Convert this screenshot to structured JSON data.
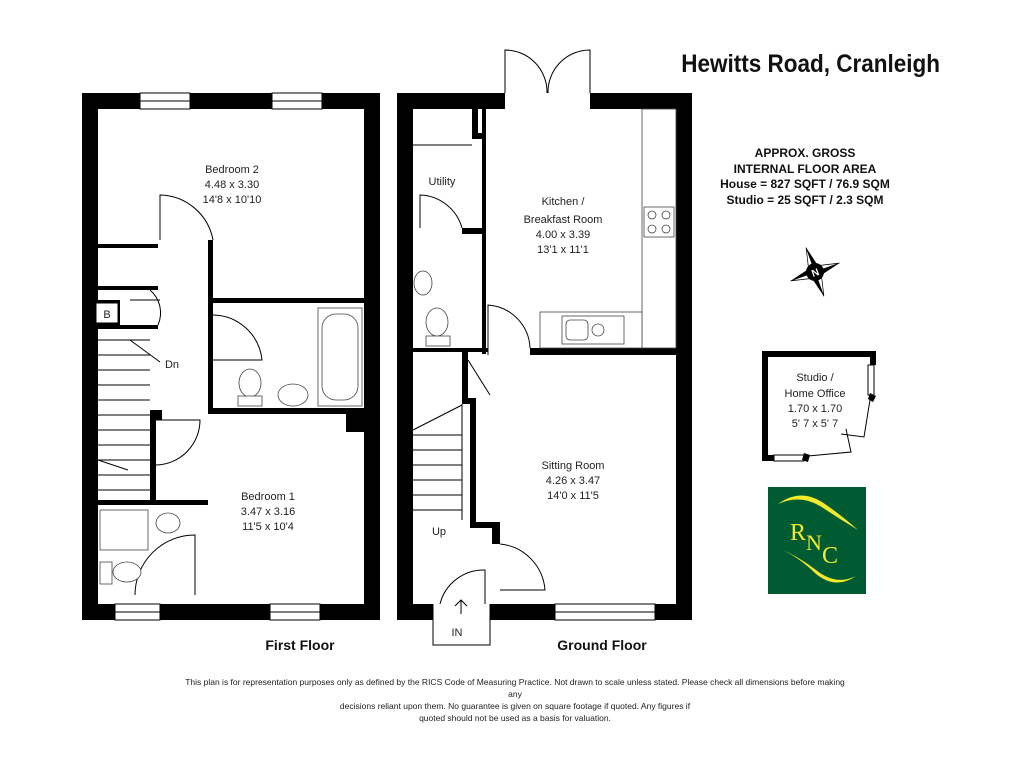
{
  "title": "Hewitts Road, Cranleigh",
  "area": {
    "line1": "APPROX. GROSS",
    "line2": "INTERNAL FLOOR AREA",
    "house": "House = 827 SQFT / 76.9 SQM",
    "studio": "Studio = 25 SQFT / 2.3 SQM"
  },
  "first_floor": {
    "label": "First Floor",
    "rooms": [
      {
        "name": "Bedroom 2",
        "metric": "4.48 x 3.30",
        "imperial": "14'8 x 10'10"
      },
      {
        "name": "Bedroom 1",
        "metric": "3.47 x 3.16",
        "imperial": "11'5 x 10'4"
      }
    ],
    "cupboard": "B",
    "stairs": "Dn"
  },
  "ground_floor": {
    "label": "Ground Floor",
    "rooms": [
      {
        "name": "Kitchen /",
        "name2": "Breakfast Room",
        "metric": "4.00 x 3.39",
        "imperial": "13'1 x 11'1"
      },
      {
        "name": "Sitting Room",
        "metric": "4.26 x 3.47",
        "imperial": "14'0 x 11'5"
      }
    ],
    "utility": "Utility",
    "stairs": "Up",
    "entrance": "IN"
  },
  "studio": {
    "name": "Studio /",
    "name2": "Home Office",
    "metric": "1.70 x 1.70",
    "imperial": "5' 7 x 5' 7"
  },
  "compass": {
    "icon": "compass-north-icon",
    "letter": "N"
  },
  "logo": {
    "text": "RNC",
    "bg": "#005a32",
    "fg": "#f2ea2a"
  },
  "disclaimer": {
    "line1": "This plan is for representation purposes only as defined by the RICS Code of Measuring Practice. Not drawn to scale unless stated. Please check all dimensions before making any",
    "line2": "decisions reliant upon them. No guarantee is given on square footage if quoted. Any figures if",
    "line3": "quoted should not be used as a basis for valuation."
  }
}
